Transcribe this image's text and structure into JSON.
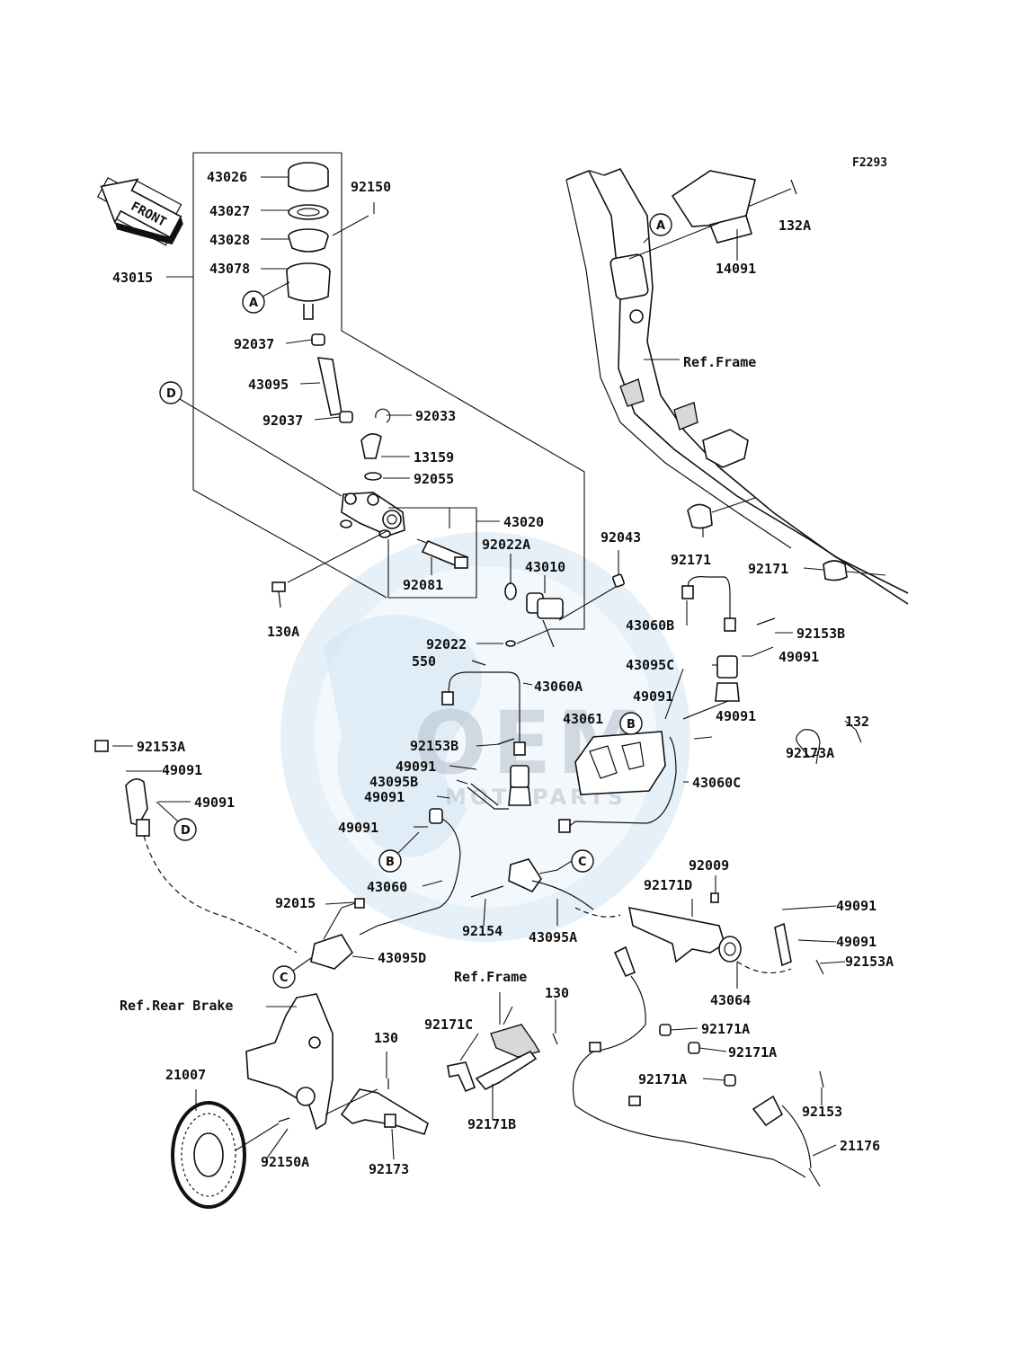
{
  "diagram_code": "F2293",
  "front_label": "FRONT",
  "watermark": {
    "brand": "OEM",
    "tagline": "MOTOPARTS"
  },
  "reference_labels": {
    "frame_top": "Ref.Frame",
    "frame_bottom": "Ref.Frame",
    "rear_brake": "Ref.Rear Brake"
  },
  "connection_markers": [
    "A",
    "A",
    "B",
    "B",
    "C",
    "C",
    "D",
    "D"
  ],
  "part_labels": [
    "43026",
    "43027",
    "43028",
    "43078",
    "43015",
    "92150",
    "92037",
    "43095",
    "92037",
    "92033",
    "13159",
    "92055",
    "43020",
    "92022A",
    "43010",
    "92081",
    "130A",
    "92022",
    "550",
    "92043",
    "132A",
    "14091",
    "92171",
    "92171",
    "43060B",
    "92153B",
    "43095C",
    "49091",
    "49091",
    "49091",
    "43060A",
    "43061",
    "92153B",
    "49091",
    "43095B",
    "49091",
    "49091",
    "132",
    "92173A",
    "43060C",
    "92153A",
    "49091",
    "49091",
    "43060",
    "92015",
    "43095D",
    "92154",
    "43095A",
    "92009",
    "92171D",
    "49091",
    "49091",
    "92153A",
    "43064",
    "130",
    "92171C",
    "92171A",
    "92171A",
    "92171A",
    "21007",
    "130",
    "92150A",
    "92173",
    "92171B",
    "92153",
    "21176"
  ]
}
